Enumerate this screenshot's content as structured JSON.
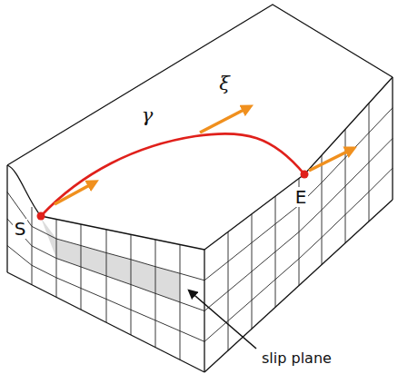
{
  "diagram": {
    "labels": [
      "γ",
      "ξ",
      "S",
      "E",
      "slip plane"
    ]
  }
}
